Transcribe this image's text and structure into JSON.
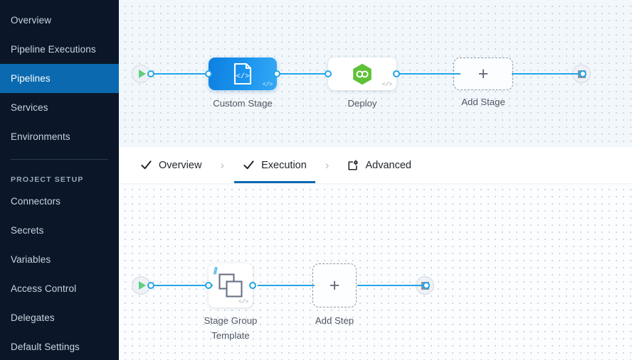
{
  "sidebar": {
    "items": [
      {
        "label": "Overview",
        "active": false
      },
      {
        "label": "Pipeline Executions",
        "active": false
      },
      {
        "label": "Pipelines",
        "active": true
      },
      {
        "label": "Services",
        "active": false
      },
      {
        "label": "Environments",
        "active": false
      }
    ],
    "section_title": "PROJECT SETUP",
    "setup_items": [
      {
        "label": "Connectors"
      },
      {
        "label": "Secrets"
      },
      {
        "label": "Variables"
      },
      {
        "label": "Access Control"
      },
      {
        "label": "Delegates"
      },
      {
        "label": "Default Settings"
      }
    ],
    "colors": {
      "background": "#0b1729",
      "active_background": "#0b69b0",
      "text": "#c9d3de"
    }
  },
  "tabs": [
    {
      "label": "Overview",
      "icon": "check-icon",
      "active": false
    },
    {
      "label": "Execution",
      "icon": "check-icon",
      "active": true
    },
    {
      "label": "Advanced",
      "icon": "advanced-settings-icon",
      "active": false
    }
  ],
  "tab_separator": "›",
  "stage_canvas": {
    "start_node": "start-play-icon",
    "end_node": "stop-square-icon",
    "nodes": [
      {
        "name": "custom-stage",
        "label": "Custom Stage",
        "icon": "custom-stage-code-icon",
        "badge": "</>",
        "selected": true
      },
      {
        "name": "deploy-stage",
        "label": "Deploy",
        "icon": "harness-deploy-hexagon-icon",
        "badge": "</>",
        "selected": false
      },
      {
        "name": "add-stage",
        "label": "Add Stage",
        "icon": "plus-icon",
        "badge": "",
        "selected": false
      }
    ]
  },
  "step_canvas": {
    "start_node": "start-play-icon",
    "end_node": "stop-square-icon",
    "nodes": [
      {
        "name": "stage-group-template",
        "label": "Stage Group\nTemplate",
        "icon": "stacked-squares-template-icon",
        "badge": "</>"
      },
      {
        "name": "add-step",
        "label": "Add Step",
        "icon": "plus-icon",
        "badge": ""
      }
    ]
  },
  "accent_colors": {
    "link": "#23a6e8",
    "primary_blue": "#0b69b0",
    "deploy_green": "#5fc138",
    "play_green": "#5fcf7d"
  }
}
